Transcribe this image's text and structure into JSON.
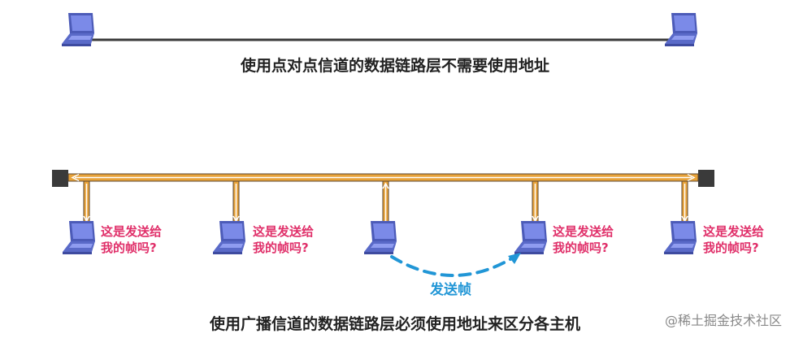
{
  "captions": {
    "point_to_point": "使用点对点信道的数据链路层不需要使用地址",
    "broadcast": "使用广播信道的数据链路层必须使用地址来区分各主机"
  },
  "questions": [
    {
      "line1": "这是发送给",
      "line2": "我的帧吗?"
    },
    {
      "line1": "这是发送给",
      "line2": "我的帧吗?"
    },
    {
      "line1": "这是发送给",
      "line2": "我的帧吗?"
    },
    {
      "line1": "这是发送给",
      "line2": "我的帧吗?"
    }
  ],
  "send_frame_label": "发送帧",
  "watermark": "@稀土掘金技术社区",
  "colors": {
    "bus": "#e8a33a",
    "bus_edge": "#5a4630",
    "link": "#3a3a3a",
    "terminator": "#3a3a3a",
    "laptop_body": "#5a6ac8",
    "laptop_screen": "#7b8ae8",
    "send_arrow": "#2196d6",
    "question_text": "#e0306a"
  },
  "icons": {
    "host": "laptop-icon",
    "terminator": "bus-terminator-icon"
  }
}
